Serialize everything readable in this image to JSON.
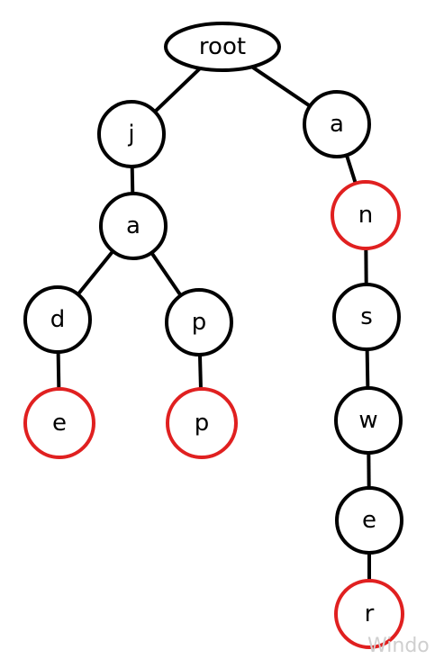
{
  "colors": {
    "line": "#000000",
    "normal_border": "#000000",
    "end_border": "#e02020",
    "fill": "#ffffff"
  },
  "nodes": [
    {
      "id": "root",
      "label": "root",
      "shape": "ellipse",
      "end": false
    },
    {
      "id": "j",
      "label": "j",
      "shape": "circle",
      "end": false
    },
    {
      "id": "a1",
      "label": "a",
      "shape": "circle",
      "end": false
    },
    {
      "id": "d",
      "label": "d",
      "shape": "circle",
      "end": false
    },
    {
      "id": "e1",
      "label": "e",
      "shape": "circle",
      "end": true
    },
    {
      "id": "p1",
      "label": "p",
      "shape": "circle",
      "end": false
    },
    {
      "id": "p2",
      "label": "p",
      "shape": "circle",
      "end": true
    },
    {
      "id": "a2",
      "label": "a",
      "shape": "circle",
      "end": false
    },
    {
      "id": "n",
      "label": "n",
      "shape": "circle",
      "end": true
    },
    {
      "id": "s",
      "label": "s",
      "shape": "circle",
      "end": false
    },
    {
      "id": "w",
      "label": "w",
      "shape": "circle",
      "end": false
    },
    {
      "id": "e2",
      "label": "e",
      "shape": "circle",
      "end": false
    },
    {
      "id": "r",
      "label": "r",
      "shape": "circle",
      "end": true
    }
  ],
  "edges": [
    [
      "root",
      "j"
    ],
    [
      "j",
      "a1"
    ],
    [
      "a1",
      "d"
    ],
    [
      "d",
      "e1"
    ],
    [
      "a1",
      "p1"
    ],
    [
      "p1",
      "p2"
    ],
    [
      "root",
      "a2"
    ],
    [
      "a2",
      "n"
    ],
    [
      "n",
      "s"
    ],
    [
      "s",
      "w"
    ],
    [
      "w",
      "e2"
    ],
    [
      "e2",
      "r"
    ]
  ],
  "watermark": "Windo"
}
